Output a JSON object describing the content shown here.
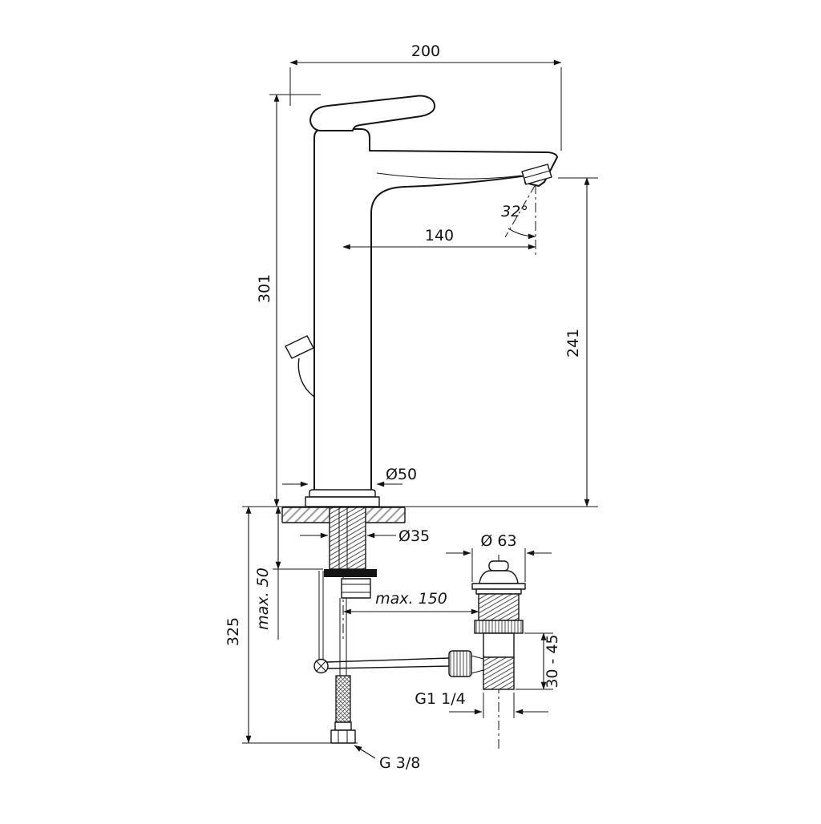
{
  "drawing": {
    "type": "technical-dimension-drawing",
    "line_color": "#141414",
    "background": "#ffffff"
  },
  "dimensions": {
    "overall_width": "200",
    "height_to_deck": "301",
    "spout_reach": "140",
    "spout_angle": "32°",
    "outlet_height": "241",
    "base_diameter": "Ø50",
    "shank_diameter": "Ø35",
    "max_deck_thickness": "max. 50",
    "height_below_deck": "325",
    "max_pop_up_reach": "max. 150",
    "waste_cap_diameter": "Ø 63",
    "waste_height_adjust": "30 - 45",
    "waste_thread": "G1 1/4",
    "supply_thread": "G 3/8"
  }
}
